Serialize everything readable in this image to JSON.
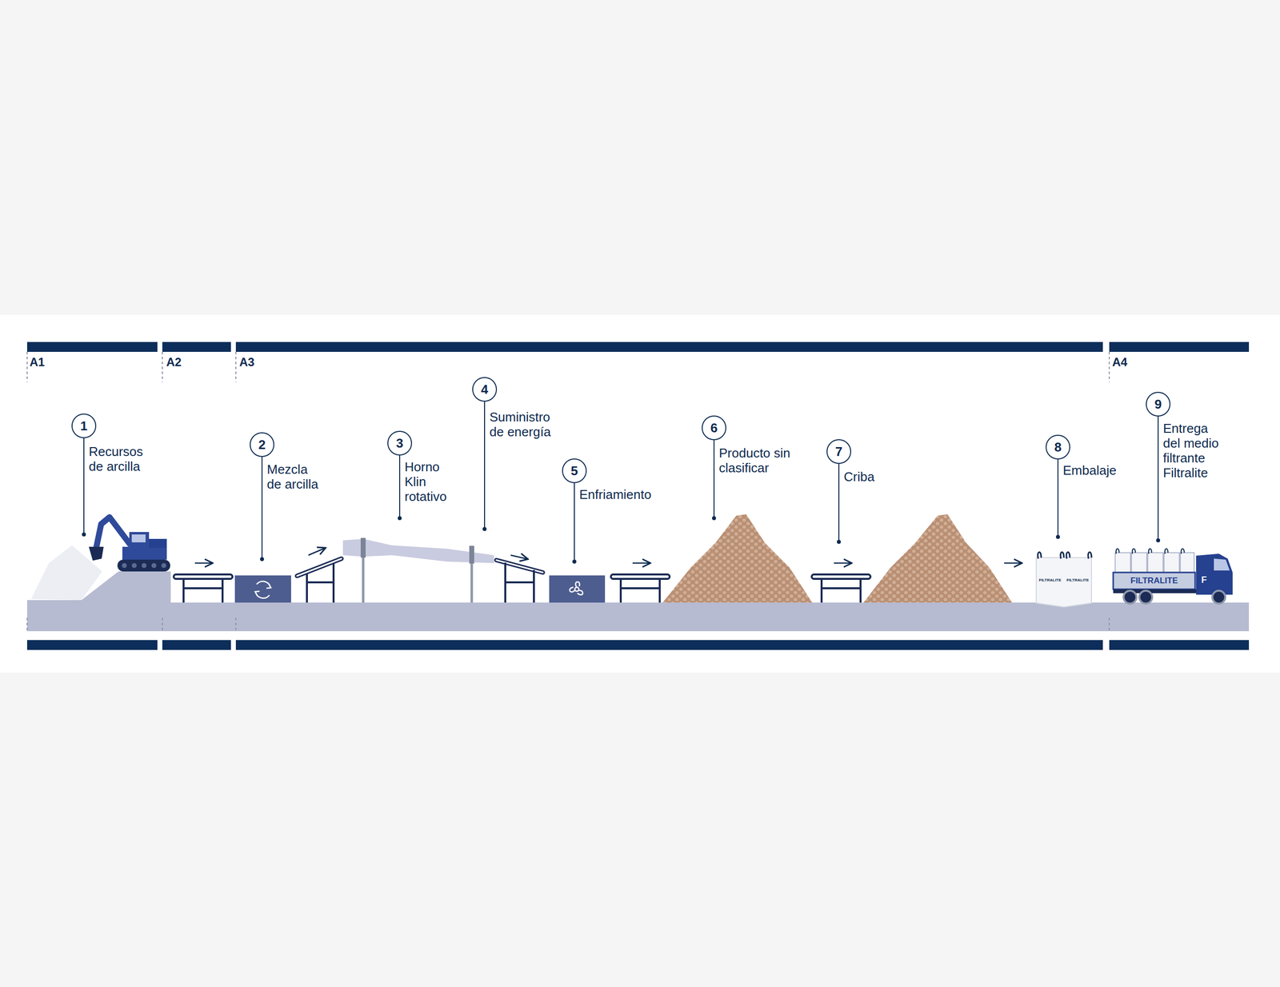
{
  "diagram": {
    "nodes": [
      {
        "text": [
          "1",
          "Recursos de arcilla"
        ]
      },
      {
        "text": [
          "2",
          "Mezcla de arcilla"
        ]
      },
      {
        "text": [
          "3",
          "Horno Klin rotativo"
        ]
      },
      {
        "text": [
          "4",
          "Suministro de energía"
        ]
      },
      {
        "text": [
          "5",
          "Enfriamiento"
        ]
      },
      {
        "text": [
          "6",
          "Producto sin clasificar"
        ]
      },
      {
        "text": [
          "7",
          "Criba"
        ]
      },
      {
        "text": [
          "8",
          "Embalaje"
        ]
      },
      {
        "text": [
          "9",
          "Entrega del medio filtrante Filtralite"
        ]
      }
    ],
    "labels": [
      "A1",
      "A2",
      "A3",
      "A4",
      "FILTRALITE",
      "FILTRALITE",
      "FILTRALITE",
      "F"
    ]
  }
}
